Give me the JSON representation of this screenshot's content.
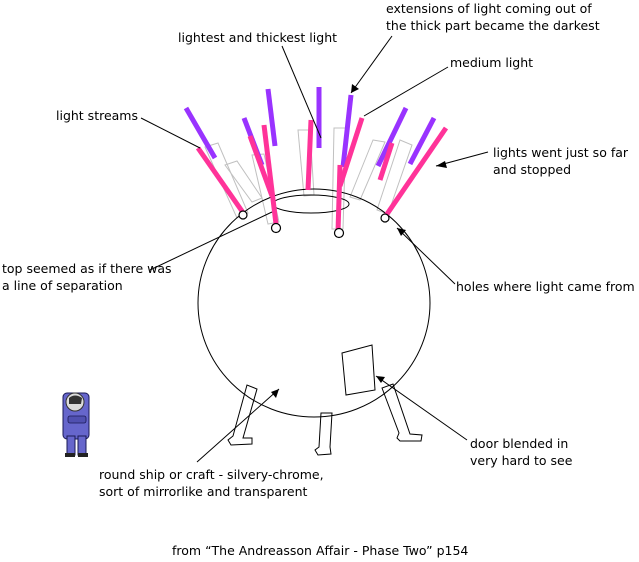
{
  "labels": {
    "extensions": [
      "extensions of light coming out of",
      "the thick part became the darkest"
    ],
    "lightest": [
      "lightest and thickest light"
    ],
    "medium": [
      "medium light"
    ],
    "streams": [
      "light streams"
    ],
    "stopped": [
      "lights went just so far",
      "and stopped"
    ],
    "top": [
      "top seemed as if there was",
      "a line of separation"
    ],
    "holes": [
      "holes where light came from"
    ],
    "door": [
      "door blended in",
      "very hard to see"
    ],
    "ship": [
      "round ship or craft - silvery-chrome,",
      "sort of mirrorlike and transparent"
    ]
  },
  "caption": "from “The Andreasson Affair - Phase Two” p154",
  "colors": {
    "dark_light": "#9933ff",
    "medium_light": "#ff3399",
    "lightest_light": "#c0c0c0",
    "outline": "#000000"
  },
  "icons": [
    "witness-figure-icon"
  ]
}
